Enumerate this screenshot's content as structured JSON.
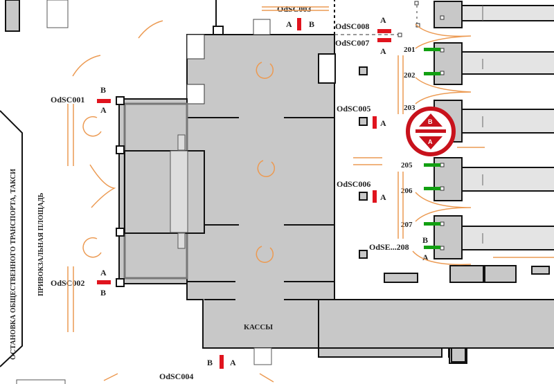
{
  "colors": {
    "hall": "#c8c8c8",
    "platform": "#e4e4e4",
    "sensor": "#e0141e",
    "gate": "#12a012",
    "arrow": "#ec9a52"
  },
  "areas": {
    "transport_stop": "ОСТАНОВКА ОБЩЕСТВЕННОГО ТРАНСПОРТА, ТАКСИ",
    "square": "ПРИВОКЗАЛЬНАЯ ПЛОЩАДЬ",
    "ticket_office": "КАССЫ"
  },
  "sensors": {
    "s001": {
      "id": "OdSC001",
      "a": "A",
      "b": "B"
    },
    "s002": {
      "id": "OdSC002",
      "a": "A",
      "b": "B"
    },
    "s003": {
      "id": "OdSC003",
      "a": "A",
      "b": "B"
    },
    "s004": {
      "id": "OdSC004",
      "a": "A",
      "b": "B"
    },
    "s005": {
      "id": "OdSC005",
      "a": "A"
    },
    "s006": {
      "id": "OdSC006",
      "a": "A"
    },
    "s007": {
      "id": "OdSC007",
      "a": "A"
    },
    "s008": {
      "id": "OdSC008",
      "a": "A"
    },
    "s208": {
      "id": "OdSE...208",
      "a": "A",
      "b": "B"
    }
  },
  "gates": [
    "201",
    "202",
    "203",
    "205",
    "206",
    "207"
  ],
  "emblem": {
    "top": "B",
    "bottom": "A"
  }
}
